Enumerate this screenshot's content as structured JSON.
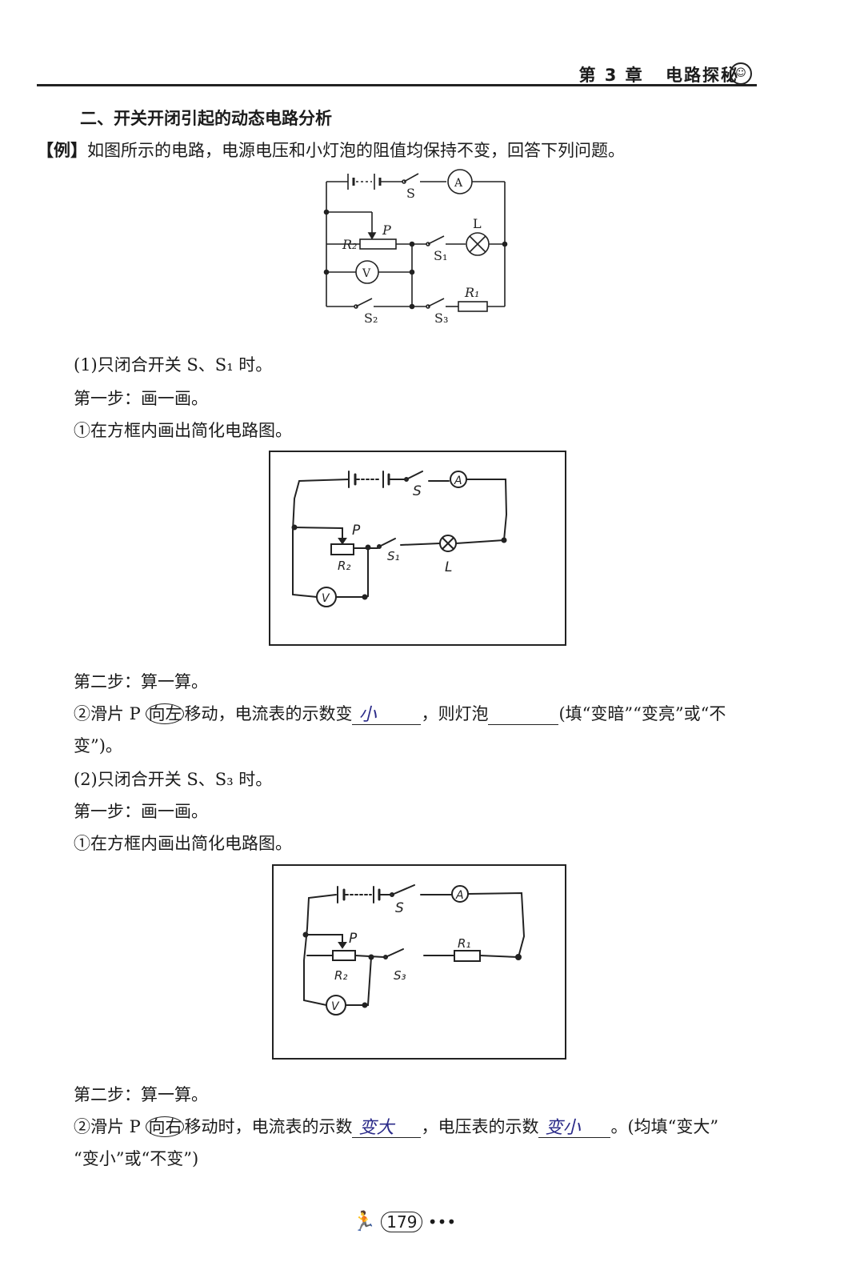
{
  "header": {
    "chapter": "第 3 章",
    "title": "电路探秘"
  },
  "section_title": "二、开关开闭引起的动态电路分析",
  "example": {
    "tag": "【例】",
    "text": "如图所示的电路，电源电压和小灯泡的阻值均保持不变，回答下列问题。"
  },
  "diagram_main": {
    "labels": {
      "s": "S",
      "a": "A",
      "p": "P",
      "r2": "R₂",
      "l": "L",
      "s1": "S₁",
      "v": "V",
      "r1": "R₁",
      "s2": "S₂",
      "s3": "S₃"
    }
  },
  "part1": {
    "heading": "(1)只闭合开关 S、S₁ 时。",
    "step1": "第一步：画一画。",
    "instruction": "①在方框内画出简化电路图。",
    "sketch_labels": {
      "s": "S",
      "a": "A",
      "p": "P",
      "r2": "R₂",
      "s1": "S₁",
      "l": "L",
      "v": "V"
    },
    "step2": "第二步：算一算。",
    "q_prefix": "②滑片 P ",
    "q_dir": "向左",
    "q_mid": "移动，电流表的示数变",
    "answer1": "小",
    "q_mid2": "，则灯泡",
    "answer2": "",
    "q_suffix": "(填“变暗”“变亮”或“不",
    "q_line2": "变”)。"
  },
  "part2": {
    "heading": "(2)只闭合开关 S、S₃ 时。",
    "step1": "第一步：画一画。",
    "instruction": "①在方框内画出简化电路图。",
    "sketch_labels": {
      "s": "S",
      "a": "A",
      "p": "P",
      "r1": "R₁",
      "r2": "R₂",
      "s3": "S₃",
      "v": "V"
    },
    "step2": "第二步：算一算。",
    "q_prefix": "②滑片 P ",
    "q_dir": "向右",
    "q_mid": "移动时，电流表的示数",
    "answer1": "变大",
    "q_mid2": "，电压表的示数",
    "answer2": "变小",
    "q_suffix": "。(均填“变大”",
    "q_line2": "“变小”或“不变”)"
  },
  "page_number": "179"
}
